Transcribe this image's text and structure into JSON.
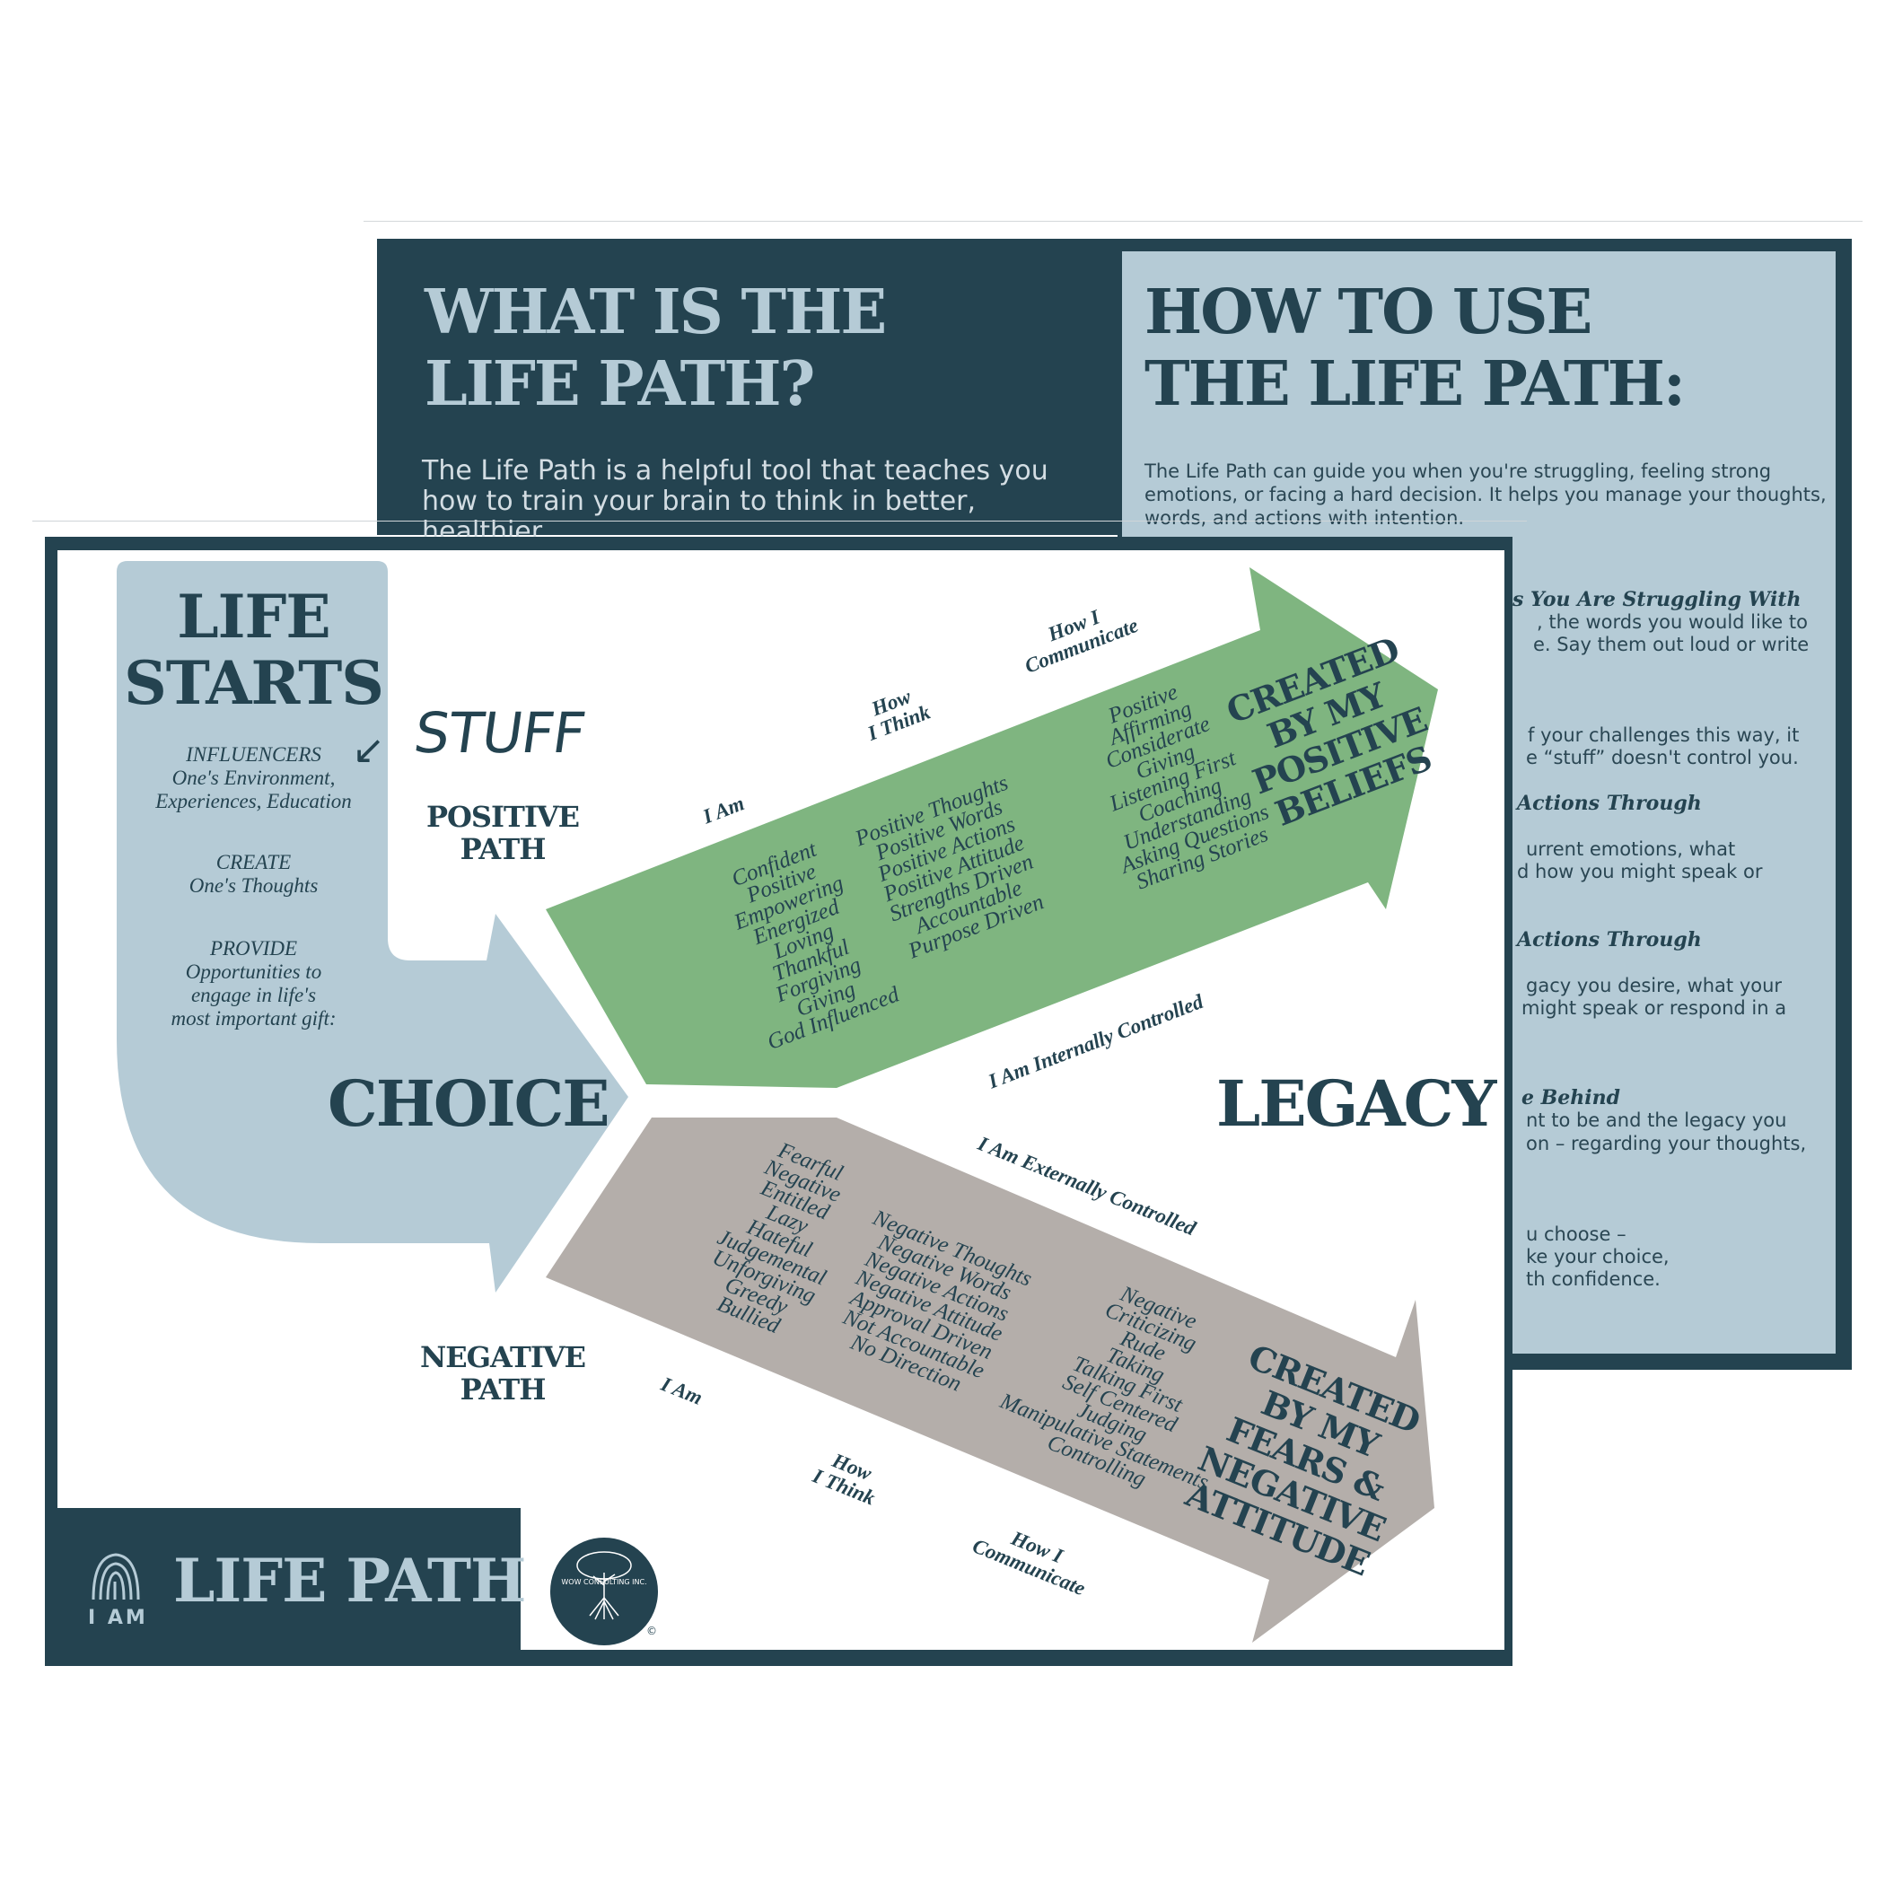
{
  "back": {
    "left_title": [
      "WHAT IS THE",
      "LIFE PATH?"
    ],
    "left_text": "The Life Path is a helpful tool that teaches you how to train your brain to think in better, healthier",
    "right_title": [
      "HOW TO USE",
      "THE LIFE PATH:"
    ],
    "right_intro": [
      "The Life Path can guide you when you're struggling, feeling strong",
      "emotions, or facing a hard decision. It helps you manage your thoughts,",
      "words, and actions with intention."
    ],
    "right_fragments": [
      {
        "kind": "head",
        "text": "s You Are Struggling With"
      },
      {
        "kind": "text",
        "text": ", the words you would like to"
      },
      {
        "kind": "text",
        "text": "e. Say them out loud or write"
      },
      {
        "kind": "text",
        "text": "f your challenges this way, it"
      },
      {
        "kind": "text",
        "text": "e “stuff” doesn't control you."
      },
      {
        "kind": "head",
        "text": "Actions Through"
      },
      {
        "kind": "text",
        "text": "urrent emotions, what"
      },
      {
        "kind": "text",
        "text": "d how you might speak or"
      },
      {
        "kind": "head",
        "text": "Actions Through"
      },
      {
        "kind": "text",
        "text": "gacy you desire, what your"
      },
      {
        "kind": "text",
        "text": "might speak or respond in a"
      },
      {
        "kind": "head",
        "text": "e Behind"
      },
      {
        "kind": "text",
        "text": "nt to be and the legacy you"
      },
      {
        "kind": "text",
        "text": "on – regarding your thoughts,"
      },
      {
        "kind": "text",
        "text": "u choose –"
      },
      {
        "kind": "text",
        "text": "ke your choice,"
      },
      {
        "kind": "text",
        "text": "th confidence."
      }
    ]
  },
  "front": {
    "life_starts": [
      "LIFE",
      "STARTS"
    ],
    "stuff": "STUFF",
    "influencers": [
      "INFLUENCERS",
      "One's Environment,",
      "Experiences, Education"
    ],
    "create": [
      "CREATE",
      "One's Thoughts"
    ],
    "provide": [
      "PROVIDE",
      "Opportunities to",
      "engage in life's",
      "most important gift:"
    ],
    "choice": "CHOICE",
    "legacy": "LEGACY",
    "positive_path": [
      "POSITIVE",
      "PATH"
    ],
    "negative_path": [
      "NEGATIVE",
      "PATH"
    ],
    "positive": {
      "headers": {
        "i_am": "I Am",
        "how_i_think": [
          "How",
          "I Think"
        ],
        "how_i_communicate": [
          "How I",
          "Communicate"
        ]
      },
      "i_am": [
        "Confident",
        "Positive",
        "Empowering",
        "Energized",
        "Loving",
        "Thankful",
        "Forgiving",
        "Giving",
        "God Influenced"
      ],
      "think": [
        "Positive Thoughts",
        "Positive Words",
        "Positive Actions",
        "Positive Attitude",
        "Strengths Driven",
        "Accountable",
        "Purpose Driven"
      ],
      "communicate": [
        "Positive",
        "Affirming",
        "Considerate",
        "Giving",
        "Listening First",
        "Coaching",
        "Understanding",
        "Asking Questions",
        "Sharing Stories"
      ],
      "created_by": [
        "CREATED",
        "BY MY",
        "POSITIVE",
        "BELIEFS"
      ],
      "control": "I Am Internally Controlled"
    },
    "negative": {
      "headers": {
        "i_am": "I Am",
        "how_i_think": [
          "How",
          "I Think"
        ],
        "how_i_communicate": [
          "How I",
          "Communicate"
        ]
      },
      "i_am": [
        "Fearful",
        "Negative",
        "Entitled",
        "Lazy",
        "Hateful",
        "Judgemental",
        "Unforgiving",
        "Greedy",
        "Bullied"
      ],
      "think": [
        "Negative Thoughts",
        "Negative Words",
        "Negative Actions",
        "Negative Attitude",
        "Approval Driven",
        "Not Accountable",
        "No Direction"
      ],
      "communicate": [
        "Negative",
        "Criticizing",
        "Rude",
        "Taking",
        "Talking First",
        "Self Centered",
        "Judging",
        "Manipulative Statements",
        "Controlling"
      ],
      "created_by": [
        "CREATED",
        "BY MY",
        "FEARS &",
        "NEGATIVE",
        "ATTITUDE"
      ],
      "control": "I Am Externally Controlled"
    },
    "brand": {
      "title": "LIFE PATH",
      "iam": "I AM",
      "logo_text": "WOW CONSULTING INC.",
      "copyright": "©"
    }
  },
  "colors": {
    "navy": "#244350",
    "light_blue": "#b5cbd6",
    "green": "#7fb580",
    "taupe": "#b4aeaa"
  }
}
